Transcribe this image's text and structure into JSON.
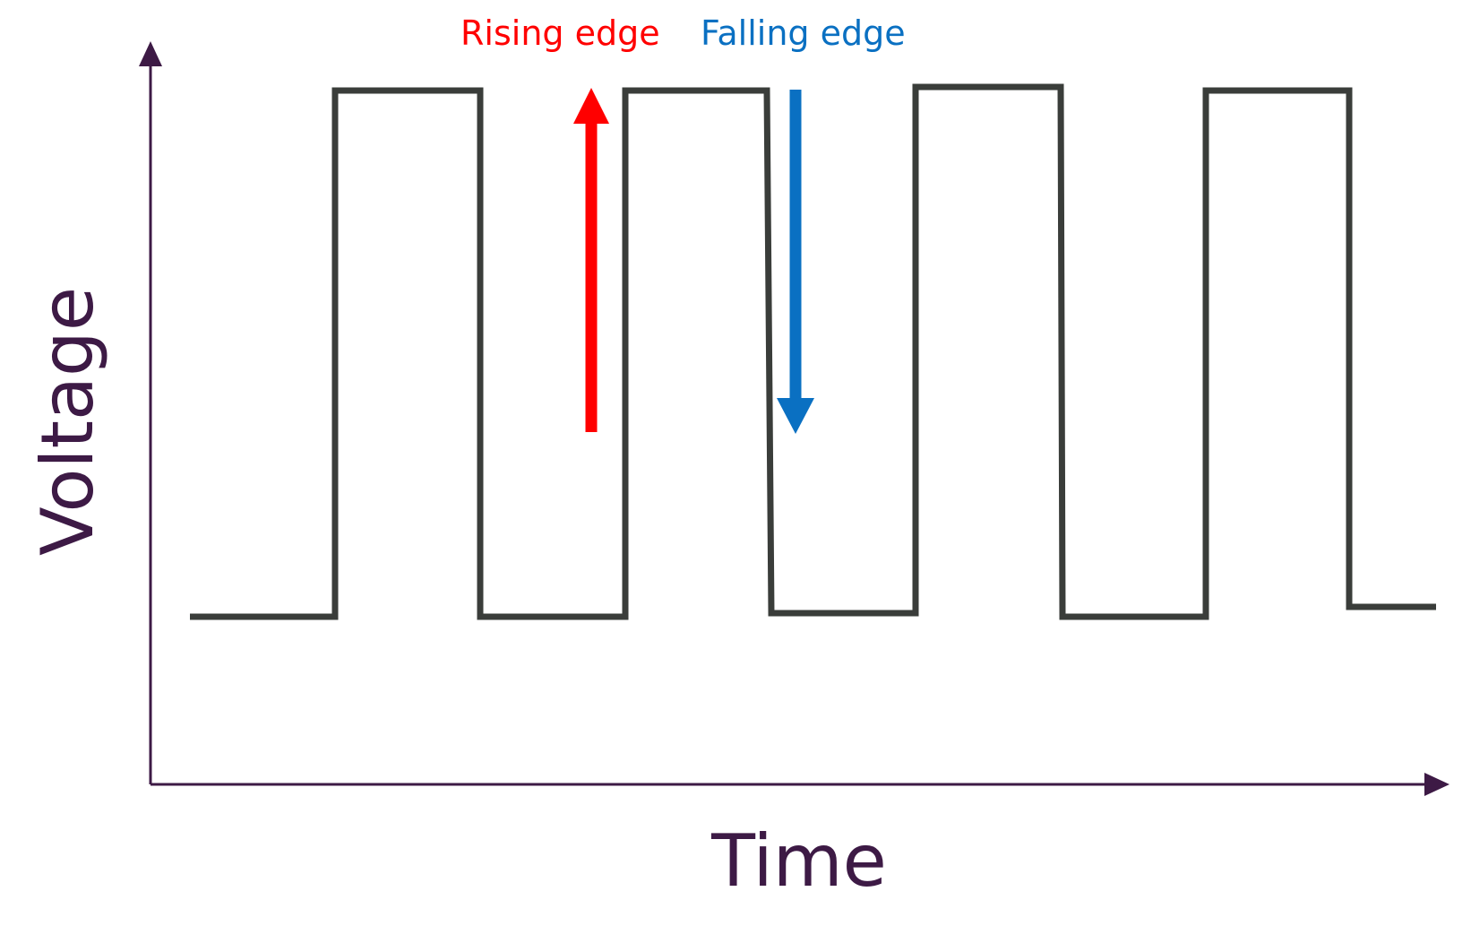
{
  "labels": {
    "rising_edge": "Rising edge",
    "falling_edge": "Falling edge",
    "x_axis": "Time",
    "y_axis": "Voltage"
  },
  "colors": {
    "axis": "#3d1a45",
    "signal": "#3a3d3a",
    "rising_arrow": "#ff0000",
    "falling_arrow": "#0a70c2",
    "axis_label": "#3d1a45",
    "rising_label": "#ff0000",
    "falling_label": "#0a70c2"
  },
  "signal": {
    "levels": [
      "low",
      "high",
      "low",
      "high",
      "low",
      "high",
      "low",
      "high",
      "low"
    ]
  }
}
